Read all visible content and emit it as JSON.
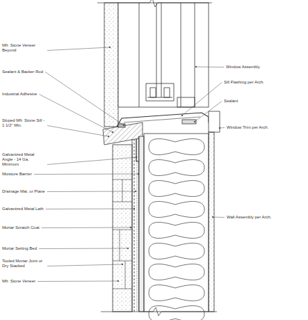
{
  "diagram": {
    "labels": [
      "Mfr. Stone Veneer Beyond",
      "Sealant & Backer Rod",
      "Industrial Adhesive",
      "Sloped Mfr. Stone Sill - 1 1/2\" Min.",
      "Galvanized Metal Angle - 14 Ga. Minimum",
      "Moisture Barrier",
      "Drainage Mat. or Plane",
      "Galvanized Metal Lath",
      "Mortar Scratch Coat",
      "Mortar Setting Bed",
      "Tooled Mortar Joint or Dry Stacked",
      "Mfr. Stone Veneer",
      "Window Assembly",
      "Sill Flashing per Arch.",
      "Sealant",
      "Window Trim per Arch.",
      "Wall Assembly per Arch."
    ]
  }
}
